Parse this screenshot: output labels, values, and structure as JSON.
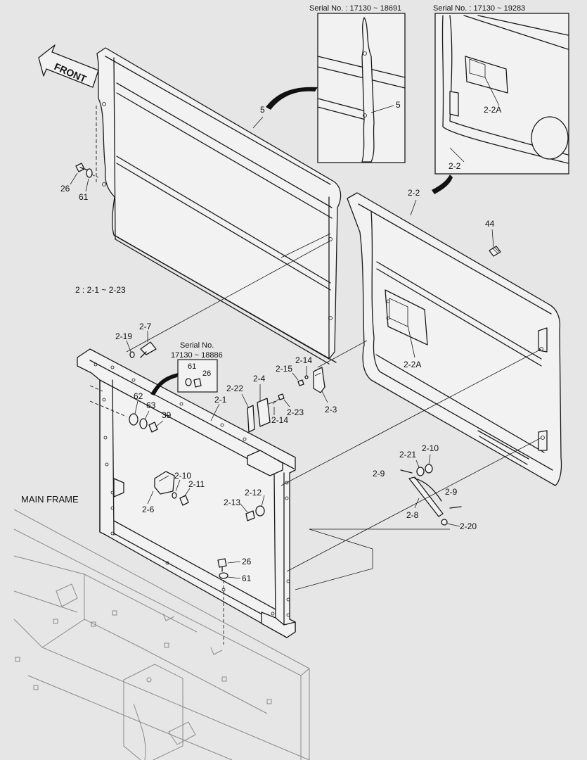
{
  "front_arrow": {
    "text": "FRONT"
  },
  "inset1": {
    "title": "Serial No. : 17130 ~ 18691",
    "part": "5"
  },
  "inset2": {
    "title": "Serial No. : 17130 ~ 19283",
    "part_a": "2-2A",
    "part_b": "2-2"
  },
  "note": {
    "range": "2 : 2-1 ~ 2-23"
  },
  "serial_box": {
    "line1": "Serial No.",
    "line2": "17130 ~ 18886",
    "p1": "61",
    "p2": "26"
  },
  "main_frame": "MAIN FRAME",
  "callouts": {
    "c5": "5",
    "c26a": "26",
    "c61a": "61",
    "c2_2": "2-2",
    "c44": "44",
    "c2_2A": "2-2A",
    "c2_7": "2-7",
    "c2_19": "2-19",
    "c2_15": "2-15",
    "c2_14a": "2-14",
    "c2_3": "2-3",
    "c2_4": "2-4",
    "c2_22": "2-22",
    "c2_1": "2-1",
    "c2_23": "2-23",
    "c2_14b": "2-14",
    "c62": "62",
    "c63": "63",
    "c39": "39",
    "c2_10a": "2-10",
    "c2_11": "2-11",
    "c2_6": "2-6",
    "c2_12": "2-12",
    "c2_13": "2-13",
    "c2_21": "2-21",
    "c2_10b": "2-10",
    "c2_9a": "2-9",
    "c2_8": "2-8",
    "c2_9b": "2-9",
    "c2_20": "2-20",
    "c26b": "26",
    "c61b": "61"
  }
}
